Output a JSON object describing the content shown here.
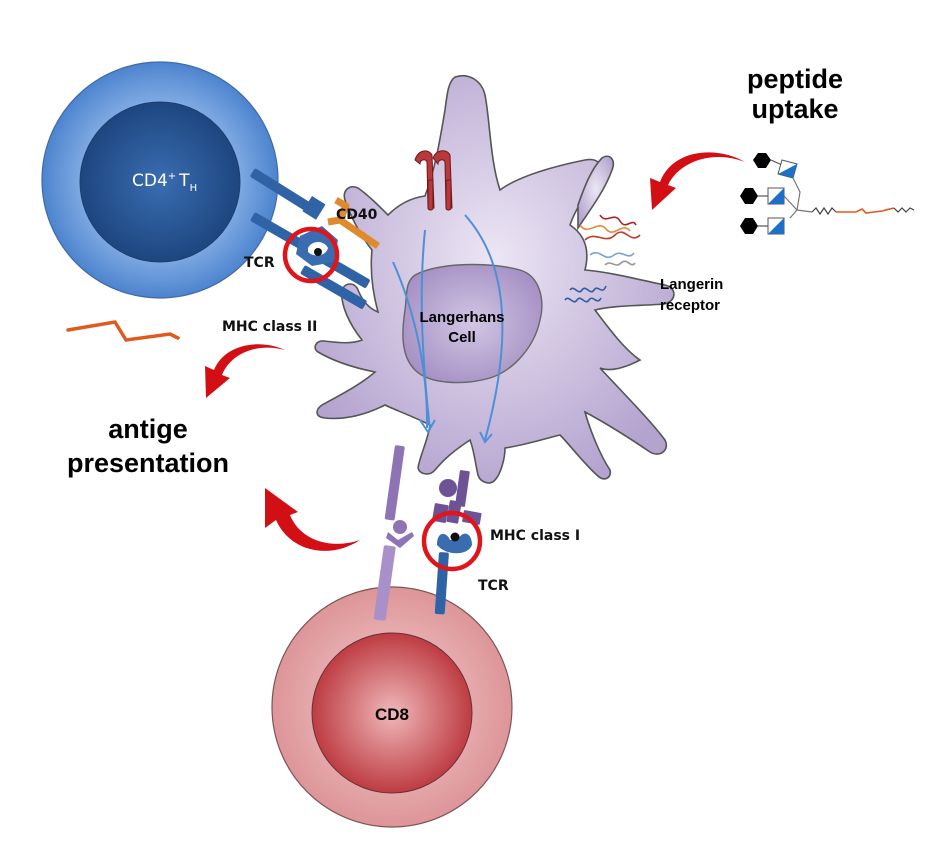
{
  "diagram": {
    "title": "Langerhans cell antigen uptake and presentation",
    "labels": {
      "peptide_uptake_line1": "peptide",
      "peptide_uptake_line2": "uptake",
      "antigen_presentation_line1": "antige",
      "antigen_presentation_line2": "presentation",
      "cd4_cell_main": "CD4",
      "cd4_cell_sup": "+",
      "cd4_cell_T": "T",
      "cd4_cell_sub": "H",
      "cd40": "CD40",
      "tcr_top": "TCR",
      "mhc_class_ii": "MHC class II",
      "langerhans_line1": "Langerhans",
      "langerhans_line2": "Cell",
      "langerin_line1": "Langerin",
      "langerin_line2": "receptor",
      "mhc_class_i": "MHC class I",
      "tcr_bottom": "TCR",
      "cd8_cell": "CD8"
    },
    "colors": {
      "cd4_outer": "#5a8fd6",
      "cd4_inner": "#23508f",
      "langerhans_body": "#cfc3e0",
      "langerhans_nucleus": "#b29fcc",
      "cd8_outer": "#e3a3a6",
      "cd8_inner": "#c4474c",
      "arrow_red": "#d30f16",
      "highlight_circle": "#e0141b",
      "receptor_blue": "#2f63a5",
      "cd40_orange": "#e08a2e",
      "mhc_purple": "#7a5c9e",
      "peptide_orange": "#e05a1e",
      "pathway_blue": "#4f8fd6"
    }
  }
}
